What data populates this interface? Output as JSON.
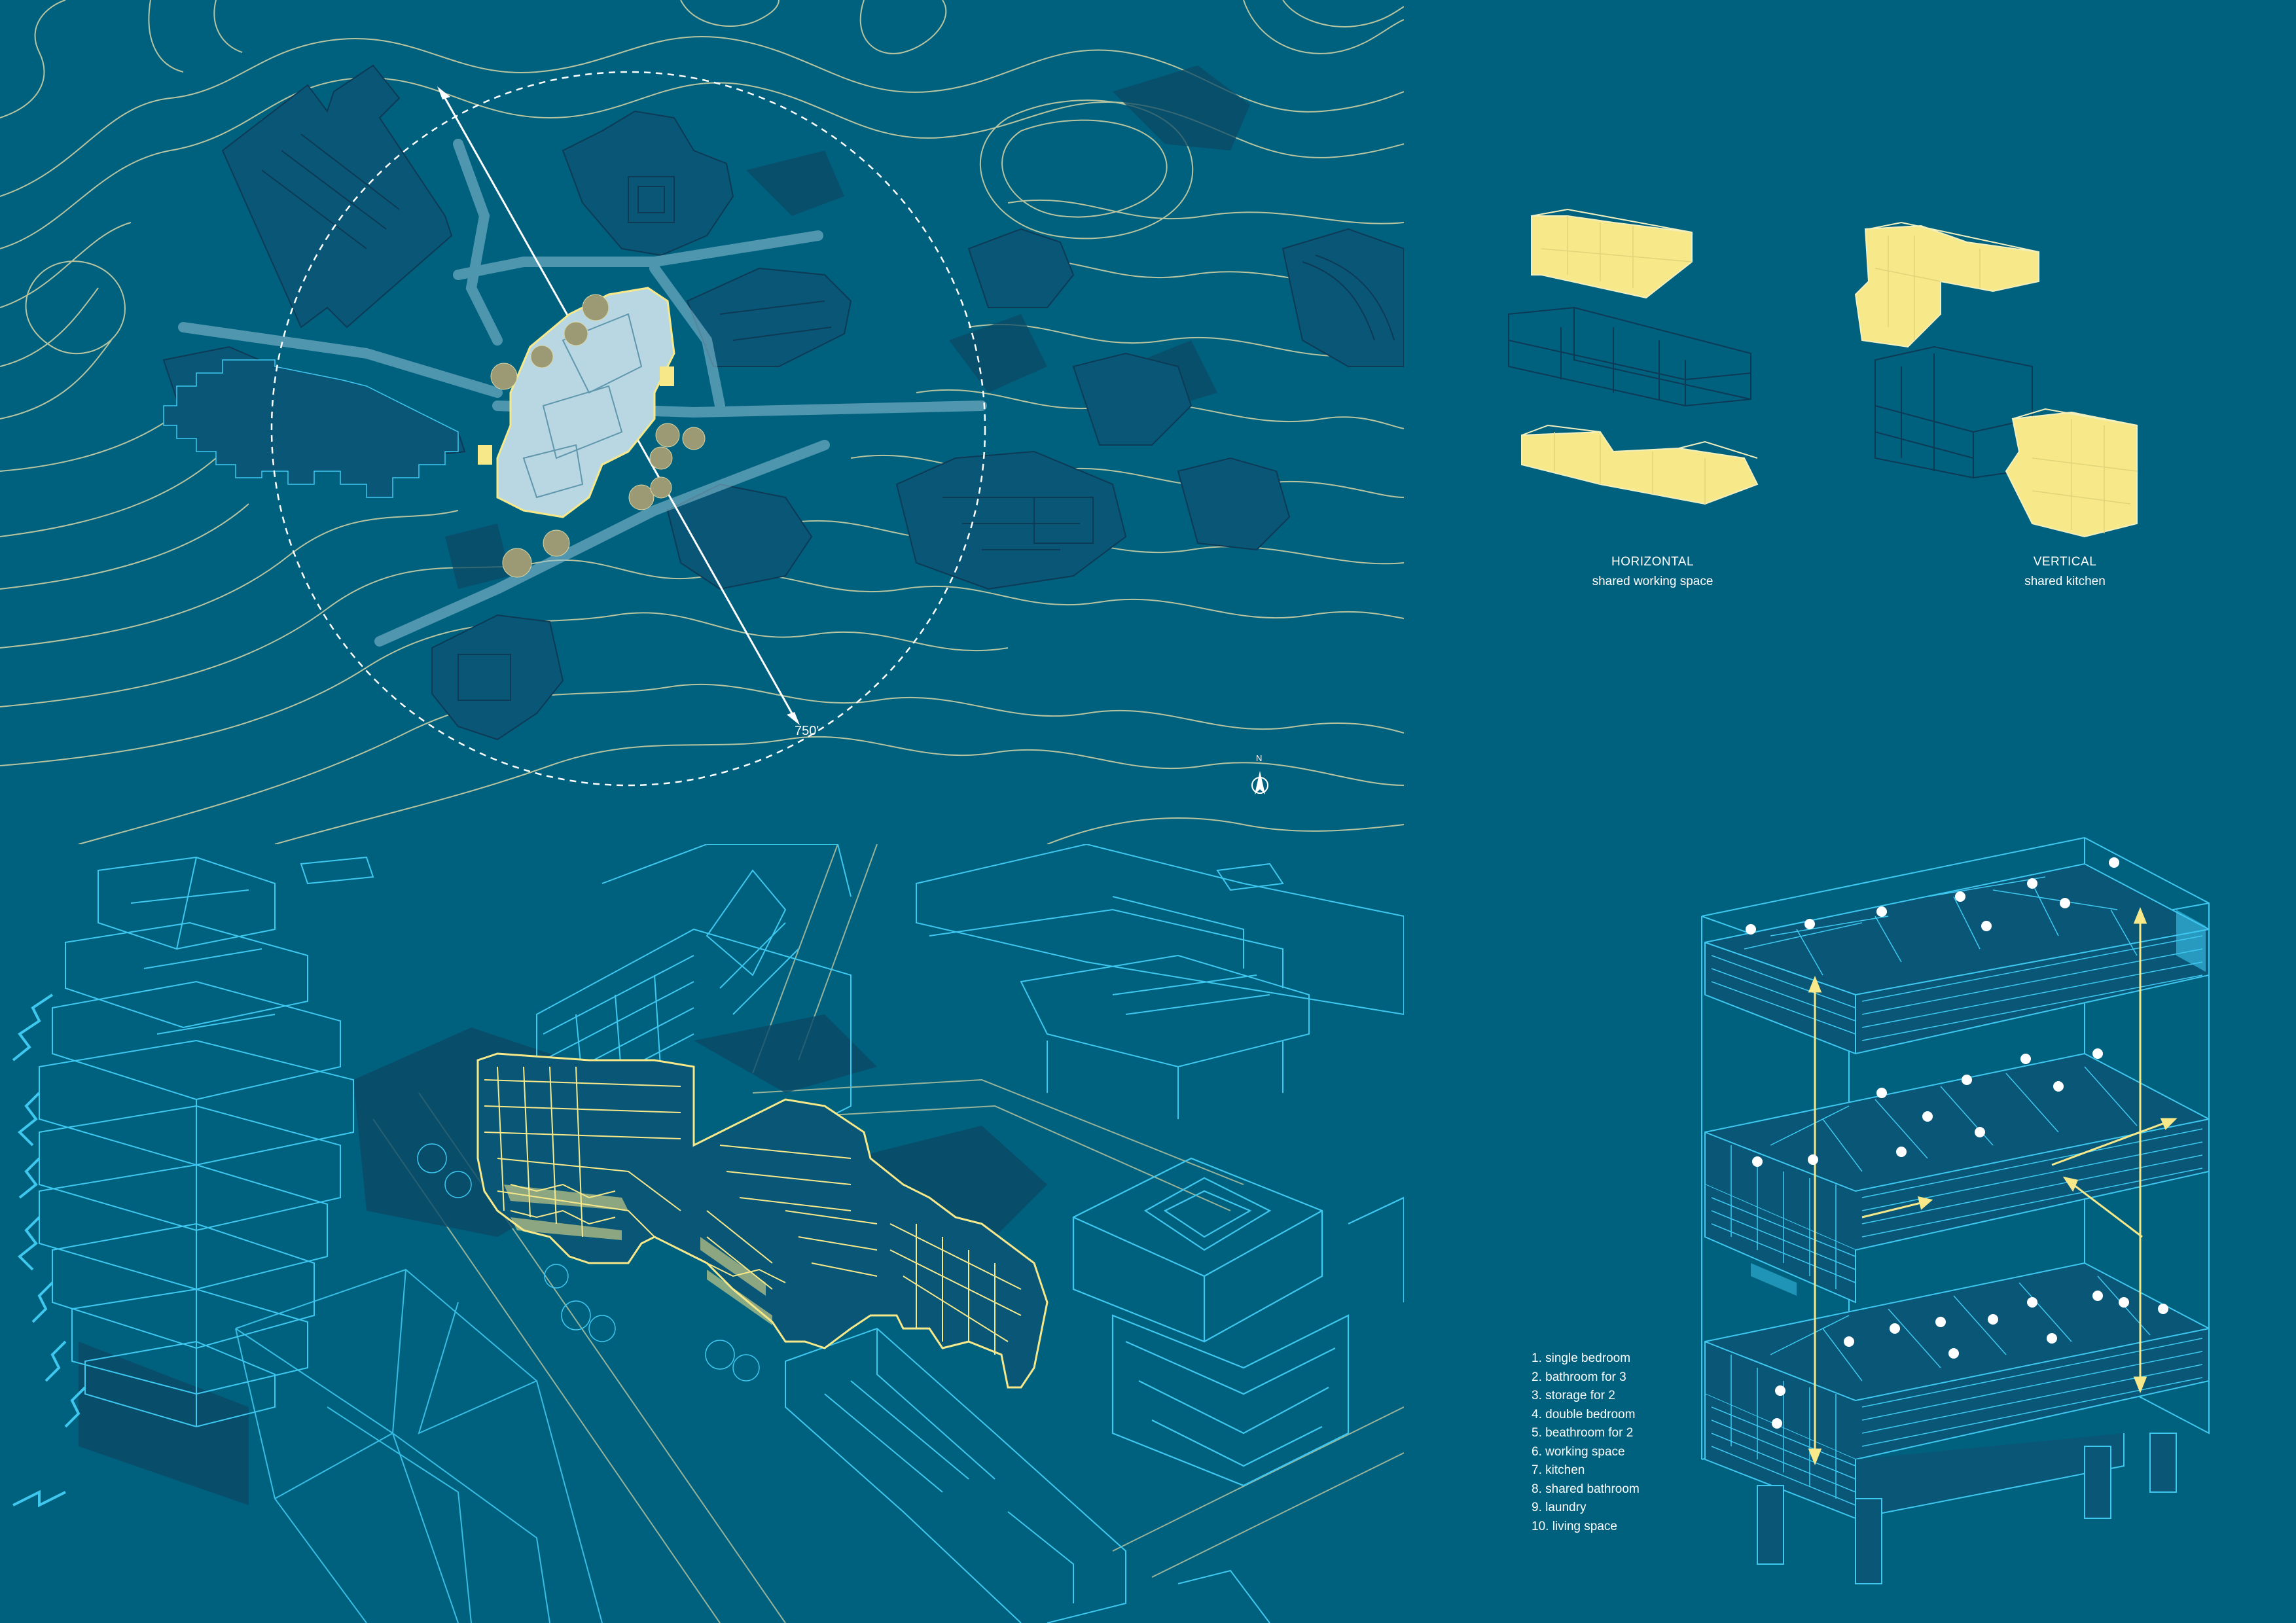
{
  "site_plan": {
    "scale_label": "750'",
    "north_label": "N"
  },
  "massing": {
    "horizontal": {
      "title": "HORIZONTAL",
      "subtitle": "shared working space"
    },
    "vertical": {
      "title": "VERTICAL",
      "subtitle": "shared kitchen"
    }
  },
  "legend": {
    "items": [
      "1. single bedroom",
      "2. bathroom for 3",
      "3. storage for 2",
      "4. double bedroom",
      "5. beathroom for 2",
      "6. working space",
      "7. kitchen",
      "8. shared bathroom",
      "9. laundry",
      "10. living space"
    ]
  },
  "colors": {
    "background": "#00617f",
    "contour": "#d8d6a6",
    "highlight_yellow": "#f7e98a",
    "cyan_line": "#3ec8f0",
    "dark_line": "#0d3a55",
    "light_site": "#b9d6e3"
  }
}
